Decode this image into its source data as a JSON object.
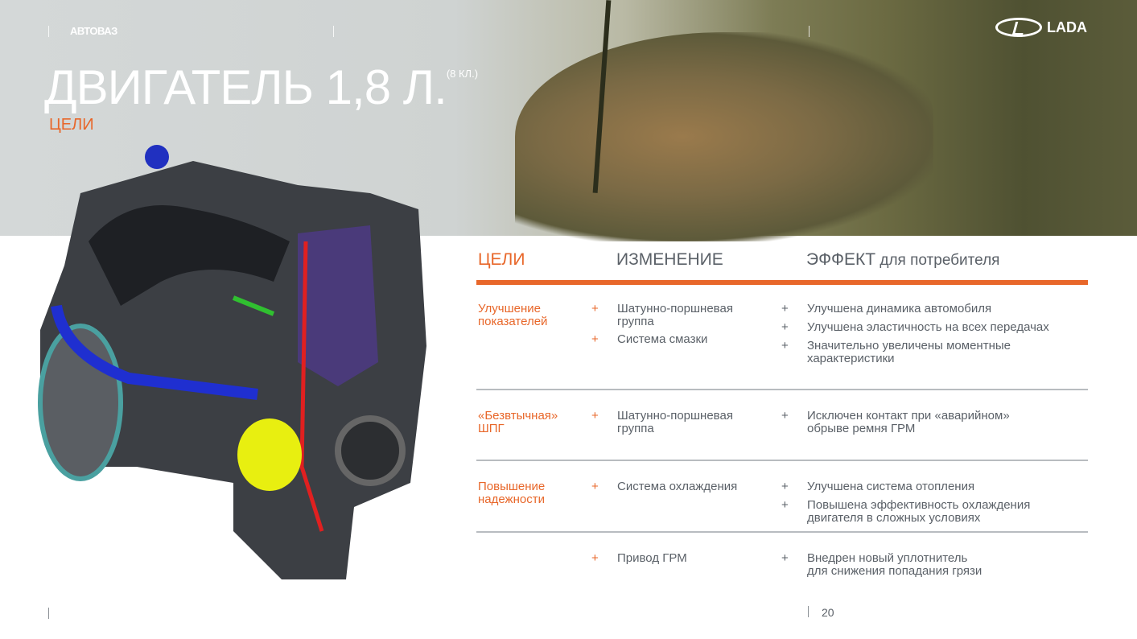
{
  "header": {
    "brand": "АВТОВАЗ",
    "logo_text": "LADA",
    "title": "ДВИГАТЕЛЬ 1,8 Л.",
    "title_note": "(8 КЛ.)",
    "subtitle": "ЦЕЛИ"
  },
  "table": {
    "headers": {
      "goals": "ЦЕЛИ",
      "change": "ИЗМЕНЕНИЕ",
      "effect_main": "ЭФФЕКТ",
      "effect_suffix": " для потребителя"
    },
    "rows": [
      {
        "goal": "Улучшение\nпоказателей",
        "changes": [
          "Шатунно-поршневая\nгруппа",
          "Система смазки"
        ],
        "effects": [
          "Улучшена динамика автомобиля",
          "Улучшена эластичность на всех передачах",
          "Значительно увеличены моментные\nхарактеристики"
        ]
      },
      {
        "goal": "«Безвтычная»\nШПГ",
        "changes": [
          "Шатунно-поршневая\nгруппа"
        ],
        "effects": [
          "Исключен контакт при «аварийном»\nобрыве ремня ГРМ"
        ]
      },
      {
        "goal": "Повышение\nнадежности",
        "changes": [
          "Система охлаждения"
        ],
        "effects": [
          "Улучшена система отопления",
          "Повышена эффективность охлаждения\nдвигателя в сложных условиях"
        ]
      },
      {
        "goal": "",
        "changes": [
          "Привод ГРМ"
        ],
        "effects": [
          "Внедрен новый уплотнитель\nдля снижения попадания грязи"
        ]
      }
    ],
    "plus": "+"
  },
  "footer": {
    "page": "20"
  },
  "colors": {
    "accent": "#e8672a",
    "text": "#5b6168"
  }
}
